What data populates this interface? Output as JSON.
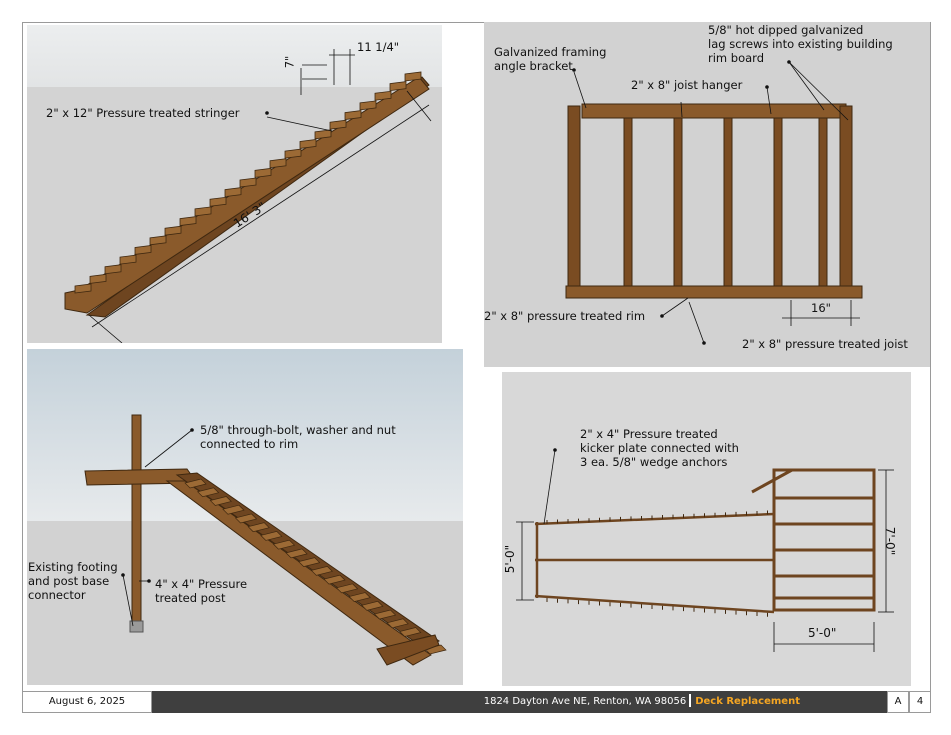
{
  "panels": {
    "stringer": {
      "label_stringer": "2\" x 12\" Pressure treated stringer",
      "dim_riser": "7\"",
      "dim_tread": "11 1/4\"",
      "dim_length": "16' 3\""
    },
    "frame": {
      "label_bracket": "Galvanized framing\nangle bracket",
      "label_lag": "5/8\" hot dipped galvanized\nlag screws into existing building\nrim board",
      "label_hanger": "2\" x 8\" joist hanger",
      "label_rim": "2\" x 8\" pressure treated rim",
      "label_joist": "2\" x 8\" pressure treated joist",
      "dim_spacing": "16\""
    },
    "stair": {
      "label_bolt": "5/8\" through-bolt, washer and nut\nconnected to rim",
      "label_footing": "Existing footing\nand post base\nconnector",
      "label_post": "4\" x 4\" Pressure\ntreated post"
    },
    "plan": {
      "label_kicker": "2\" x 4\" Pressure treated\nkicker plate connected with\n3 ea. 5/8\" wedge anchors",
      "dim_left": "5'-0\"",
      "dim_right": "7'-0\"",
      "dim_bottom": "5'-0\""
    }
  },
  "footer": {
    "date": "August 6, 2025",
    "address": "1824 Dayton Ave NE, Renton, WA 98056",
    "project": "Deck Replacement",
    "sheet_letter": "A",
    "sheet_number": "4"
  },
  "colors": {
    "wood": "#8a5a2b",
    "wood_dark": "#5a3814",
    "panel_bg": "#d2d2d2",
    "sky": "#e9ecee",
    "accent": "#f5a623"
  }
}
